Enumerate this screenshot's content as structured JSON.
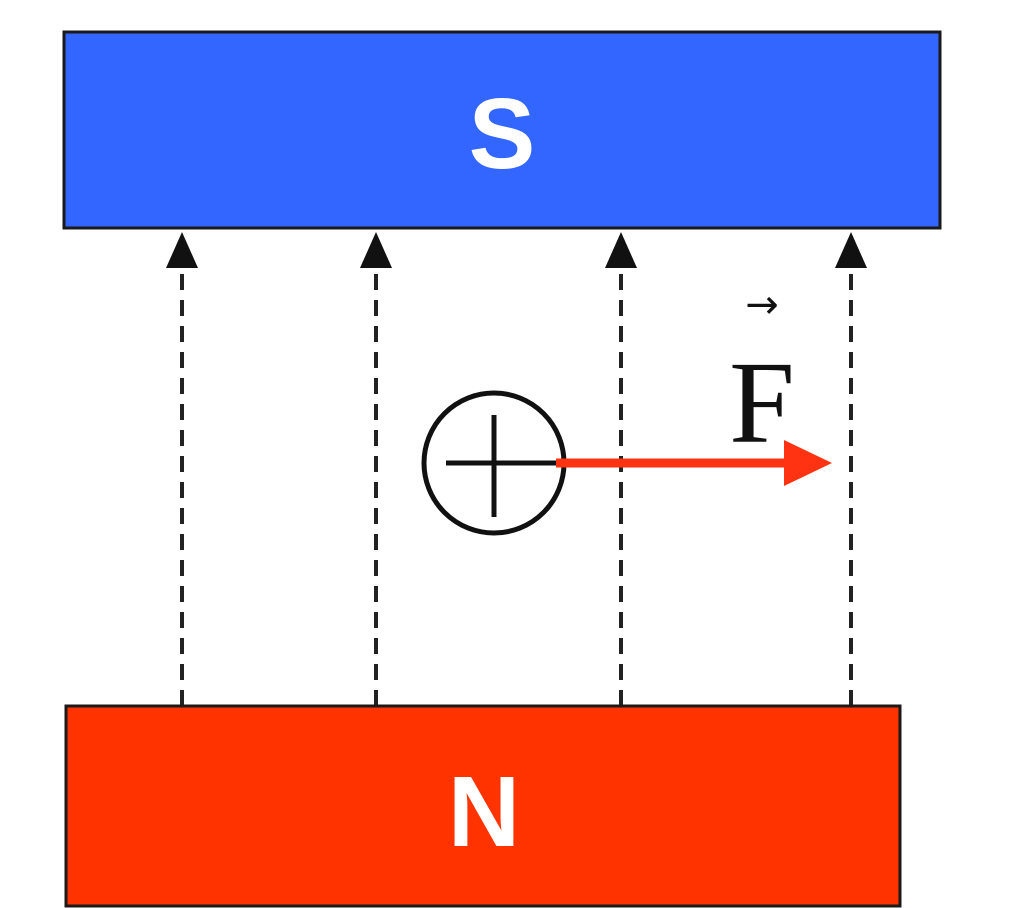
{
  "magnets": {
    "south": {
      "label": "S",
      "color": "#3366ff"
    },
    "north": {
      "label": "N",
      "color": "#ff3300"
    }
  },
  "field": {
    "direction": "up",
    "line_count": 4
  },
  "conductor": {
    "current_direction": "into-page",
    "symbol": "cross-in-circle"
  },
  "force": {
    "label": "F",
    "vector_mark": "→",
    "direction": "right",
    "color": "#ff3311"
  }
}
